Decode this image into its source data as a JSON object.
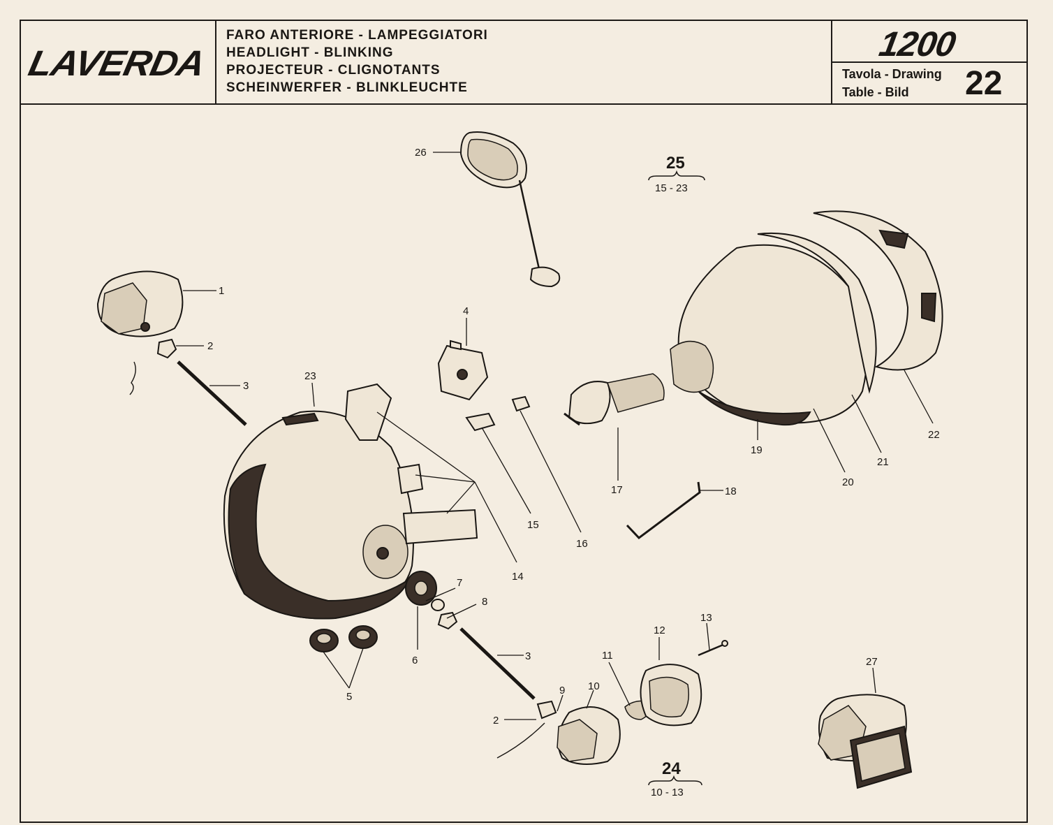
{
  "brand": "LAVERDA",
  "titles": [
    "FARO ANTERIORE - LAMPEGGIATORI",
    "HEADLIGHT - BLINKING",
    "PROJECTEUR - CLIGNOTANTS",
    "SCHEINWERFER - BLINKLEUCHTE"
  ],
  "model": "1200",
  "drawing_labels": [
    "Tavola - Drawing",
    "Table - Bild"
  ],
  "drawing_number": "22",
  "callouts": [
    "1",
    "2",
    "3",
    "23",
    "4",
    "26",
    "15",
    "16",
    "17",
    "18",
    "19",
    "20",
    "21",
    "22",
    "14",
    "7",
    "8",
    "6",
    "5",
    "3",
    "2",
    "9",
    "10",
    "11",
    "12",
    "13",
    "27"
  ],
  "groups": [
    {
      "number": "25",
      "range": "15 - 23"
    },
    {
      "number": "24",
      "range": "10 - 13"
    }
  ]
}
